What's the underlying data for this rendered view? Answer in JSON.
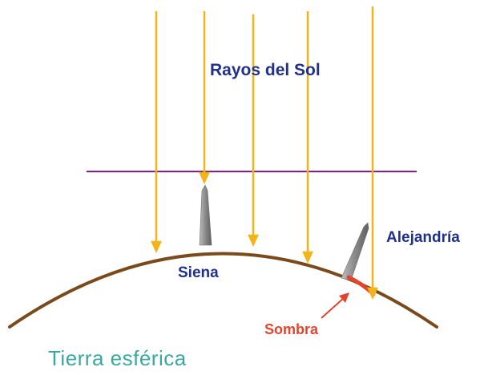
{
  "labels": {
    "sun_rays": "Rayos del Sol",
    "siena": "Siena",
    "alexandria": "Alejandría",
    "shadow": "Sombra",
    "earth": "Tierra esférica"
  },
  "colors": {
    "sun_ray": "#f3b419",
    "horizon_line": "#8a1a8a",
    "earth_surface": "#7a4a1c",
    "shadow": "#e2452b",
    "label_blue": "#21308a",
    "label_teal": "#3aa8a1",
    "obelisk": "#9a9a9a"
  }
}
